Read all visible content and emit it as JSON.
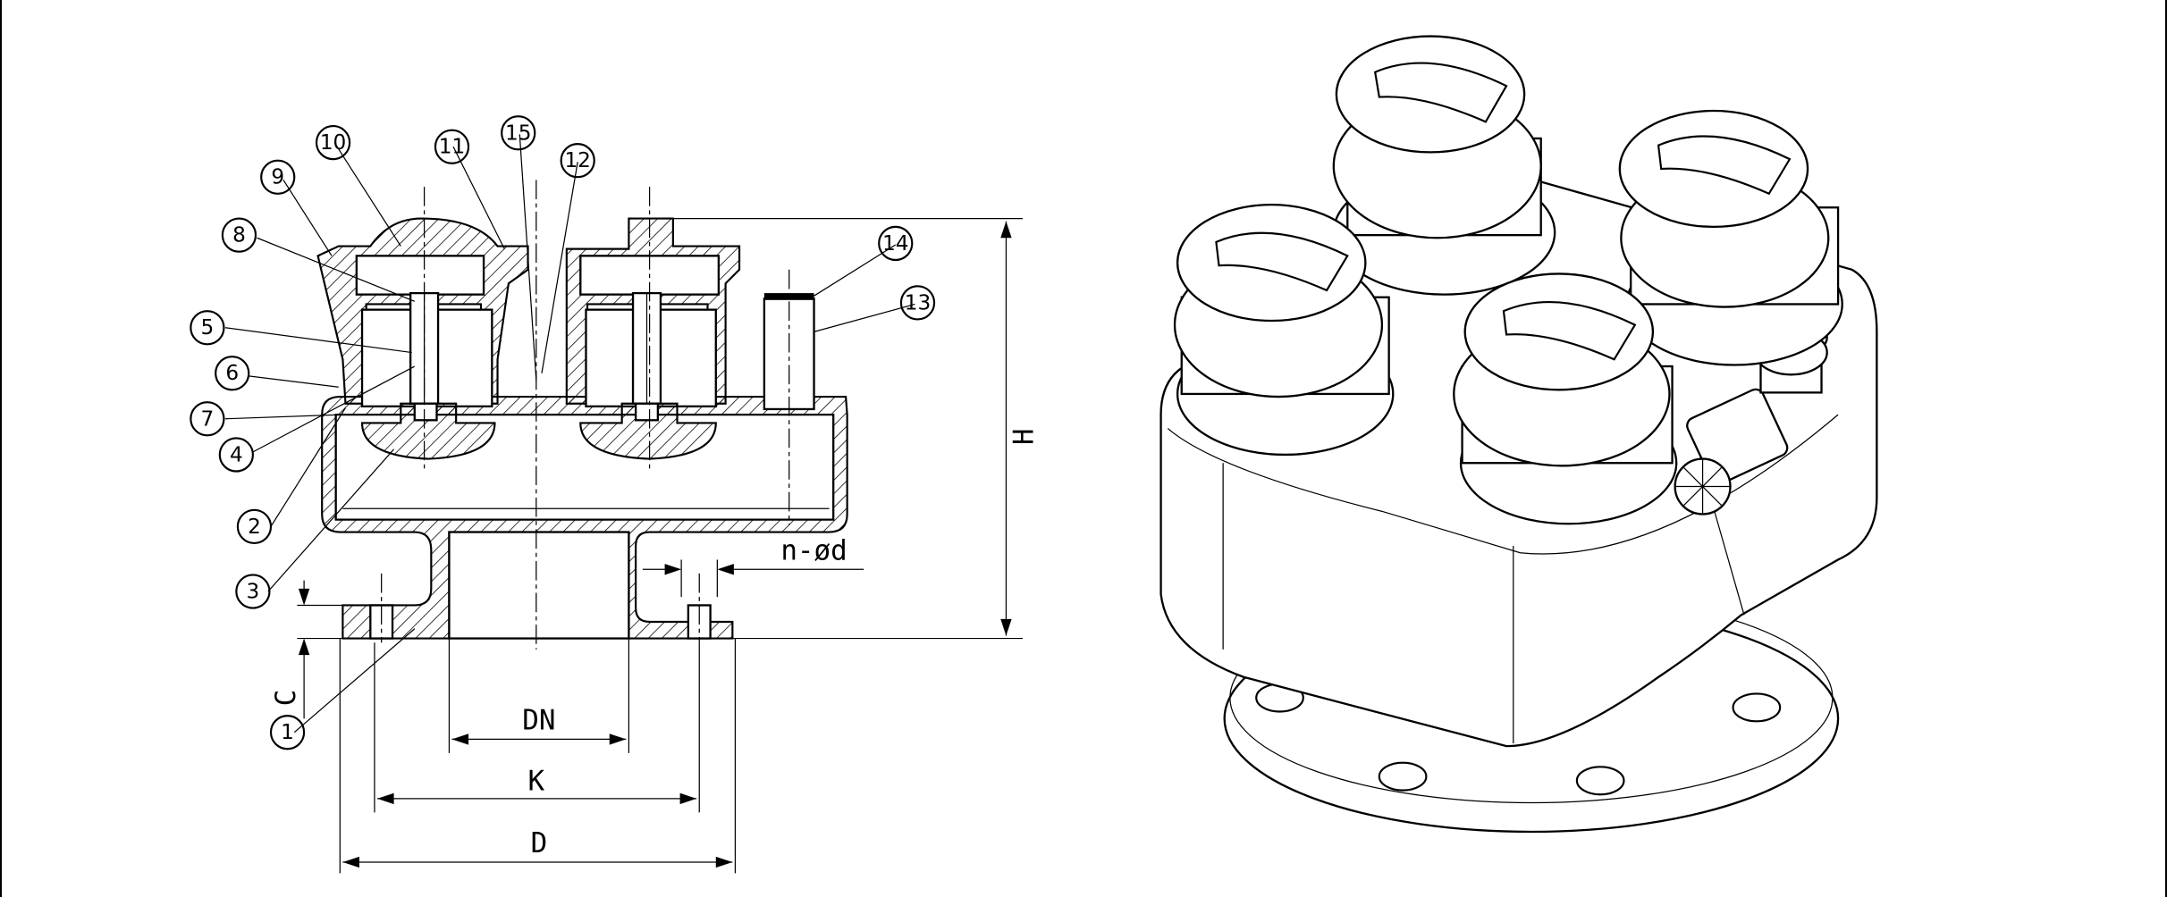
{
  "part_labels": [
    "1",
    "2",
    "3",
    "4",
    "5",
    "6",
    "7",
    "8",
    "9",
    "10",
    "11",
    "12",
    "13",
    "14",
    "15"
  ],
  "dimensions": {
    "height": "H",
    "nominal_diameter": "DN",
    "bolt_circle": "K",
    "flange_diameter": "D",
    "flange_thickness": "C",
    "bolt_holes": "n-ød"
  }
}
